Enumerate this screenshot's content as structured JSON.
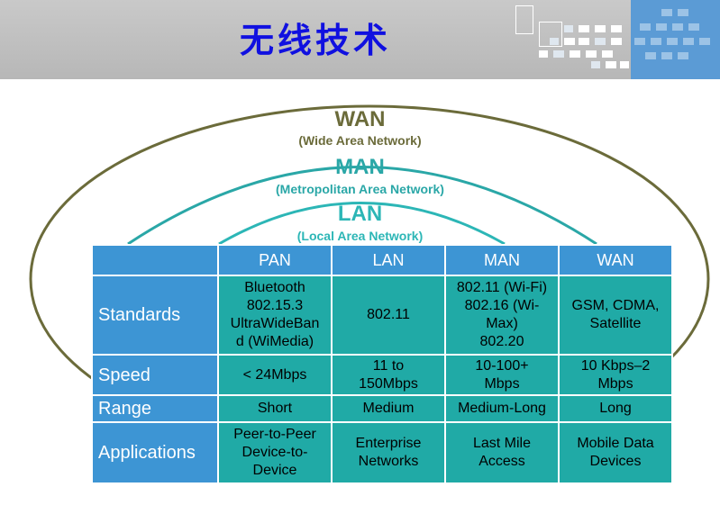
{
  "slide": {
    "title": "无线技术"
  },
  "diagram": {
    "wan": {
      "name": "WAN",
      "full": "(Wide Area Network)"
    },
    "man": {
      "name": "MAN",
      "full": "(Metropolitan Area Network)"
    },
    "lan": {
      "name": "LAN",
      "full": "(Local Area Network)"
    }
  },
  "table": {
    "columns": [
      "",
      "PAN",
      "LAN",
      "MAN",
      "WAN"
    ],
    "rows": [
      {
        "label": "Standards",
        "cells": [
          "Bluetooth\n802.15.3\nUltraWideBan\nd (WiMedia)",
          "802.11",
          "802.11 (Wi-Fi)\n802.16 (Wi-\nMax)\n802.20",
          "GSM, CDMA,\nSatellite"
        ]
      },
      {
        "label": "Speed",
        "cells": [
          "< 24Mbps",
          "11 to\n150Mbps",
          "10-100+\nMbps",
          "10 Kbps–2\nMbps"
        ]
      },
      {
        "label": "Range",
        "cells": [
          "Short",
          "Medium",
          "Medium-Long",
          "Long"
        ]
      },
      {
        "label": "Applications",
        "cells": [
          "Peer-to-Peer\nDevice-to-\nDevice",
          "Enterprise\nNetworks",
          "Last Mile\nAccess",
          "Mobile Data\nDevices"
        ]
      }
    ]
  },
  "colors": {
    "title": "#1010e0",
    "header_band": "#bdbdbd",
    "table_header": "#3d95d4",
    "table_cell": "#20aaa6",
    "wan_ring": "#6b6b3a",
    "man_ring": "#2aa7a7"
  }
}
